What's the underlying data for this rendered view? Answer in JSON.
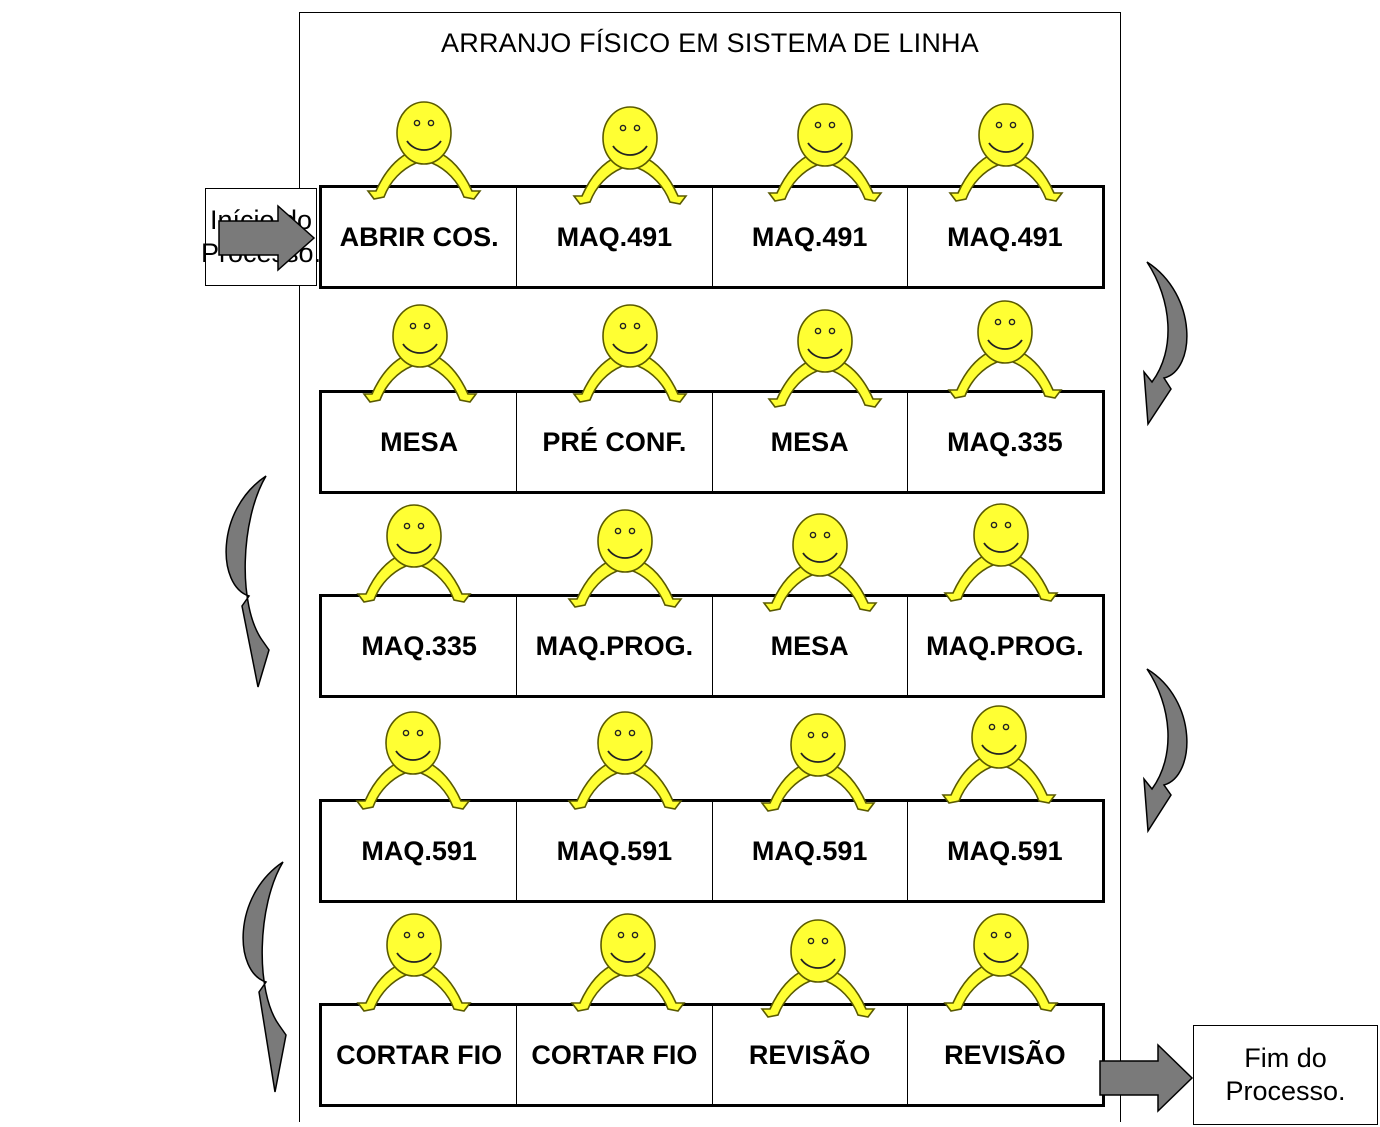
{
  "title": "ARRANJO FÍSICO EM SISTEMA DE LINHA",
  "start_label_line1": "Início do",
  "start_label_line2": "Processo.",
  "end_label_line1": "Fim do",
  "end_label_line2": "Processo.",
  "rows": [
    [
      "ABRIR COS.",
      "MAQ.491",
      "MAQ.491",
      "MAQ.491"
    ],
    [
      "MESA",
      "PRÉ CONF.",
      "MESA",
      "MAQ.335"
    ],
    [
      "MAQ.335",
      "MAQ.PROG.",
      "MESA",
      "MAQ.PROG."
    ],
    [
      "MAQ.591",
      "MAQ.591",
      "MAQ.591",
      "MAQ.591"
    ],
    [
      "CORTAR FIO",
      "CORTAR FIO",
      "REVISÃO",
      "REVISÃO"
    ]
  ],
  "colors": {
    "face": "#ffff33",
    "face_outline": "#5a5a00",
    "arrow_fill": "#7a7a7a",
    "arrow_stroke": "#000000"
  },
  "icons": {
    "worker": "smiley-worker-icon",
    "flow": "curved-arrow-icon",
    "entry": "block-arrow-icon"
  }
}
